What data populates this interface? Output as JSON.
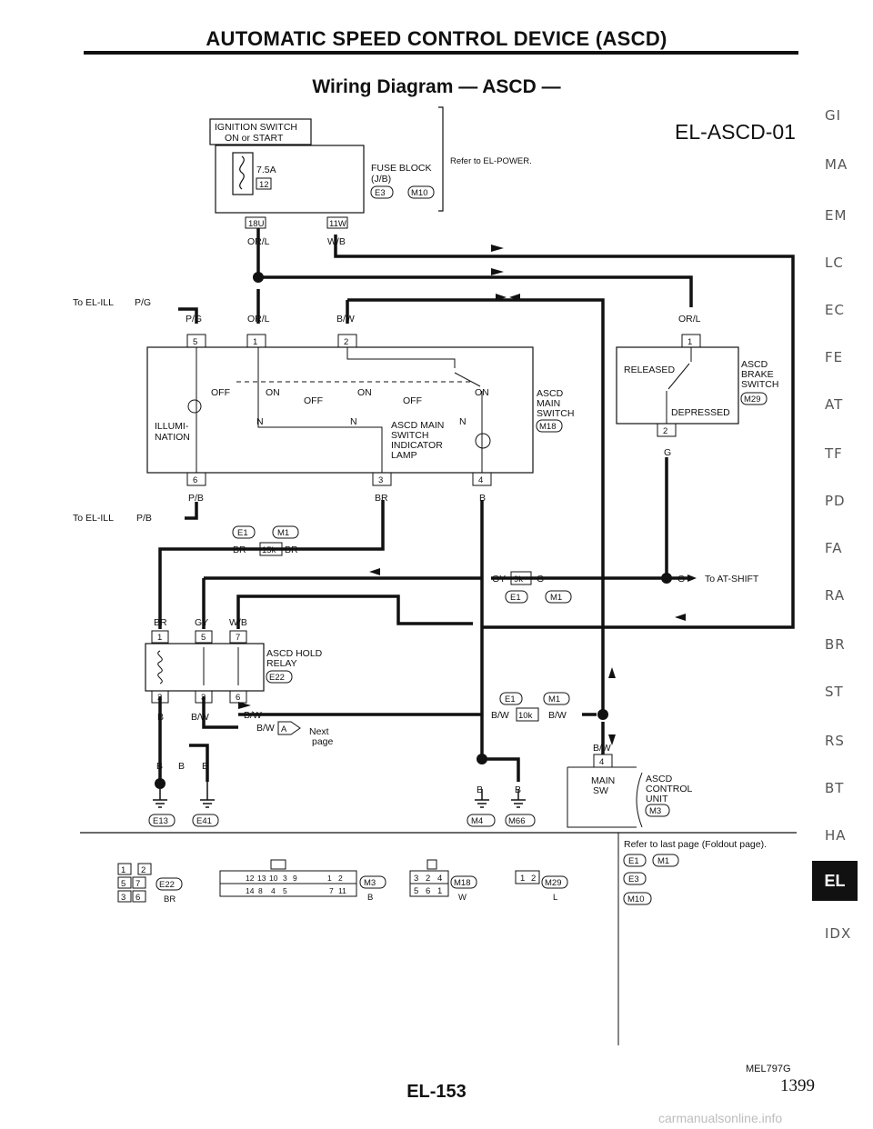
{
  "header": {
    "title": "AUTOMATIC SPEED CONTROL DEVICE (ASCD)",
    "subtitle": "Wiring Diagram — ASCD —",
    "code": "EL-ASCD-01"
  },
  "side_index": [
    "GI",
    "MA",
    "EM",
    "LC",
    "EC",
    "FE",
    "AT",
    "TF",
    "PD",
    "FA",
    "RA",
    "BR",
    "ST",
    "RS",
    "BT",
    "HA",
    "EL",
    "IDX"
  ],
  "active_tab": "EL",
  "labels": {
    "ignition": [
      "IGNITION SWITCH",
      "ON or START"
    ],
    "fuse_amp": "7.5A",
    "fuse_no": "12",
    "fuse_block": [
      "FUSE BLOCK",
      "(J/B)"
    ],
    "fuse_conn": [
      "E3",
      "M10"
    ],
    "refer_power": "Refer to EL-POWER.",
    "conn_18u": "18U",
    "conn_11w": "11W",
    "w_orl": "OR/L",
    "w_wb": "W/B",
    "w_pg": "P/G",
    "w_bw": "B/W",
    "w_pb": "P/B",
    "w_br": "BR",
    "w_b": "B",
    "w_gy": "GY",
    "w_g": "G",
    "to_ill_pg": "To EL-ILL",
    "to_ill_pb": "To EL-ILL",
    "pin5": "5",
    "pin1": "1",
    "pin2": "2",
    "pin6": "6",
    "pin3": "3",
    "pin4": "4",
    "pin7": "7",
    "sw_off": "OFF",
    "sw_on": "ON",
    "sw_n": "N",
    "illum": [
      "ILLUMI-",
      "NATION"
    ],
    "ascd_main": [
      "ASCD",
      "MAIN",
      "SWITCH"
    ],
    "m18": "M18",
    "indicator": [
      "ASCD MAIN",
      "SWITCH",
      "INDICATOR",
      "LAMP"
    ],
    "brake": [
      "ASCD",
      "BRAKE",
      "SWITCH"
    ],
    "m29": "M29",
    "released": "RELEASED",
    "depressed": "DEPRESSED",
    "e1": "E1",
    "m1": "M1",
    "j15k": "15k",
    "j9k": "9k",
    "j10k": "10k",
    "to_at": "To AT-SHIFT",
    "relay": [
      "ASCD HOLD",
      "RELAY"
    ],
    "e22": "E22",
    "next_a": "A",
    "next_page": [
      "Next",
      "page"
    ],
    "e13": "E13",
    "e41": "E41",
    "m4": "M4",
    "m66": "M66",
    "main_sw": [
      "MAIN",
      "SW"
    ],
    "acu": [
      "ASCD",
      "CONTROL",
      "UNIT"
    ],
    "m3": "M3",
    "refer_last": "Refer to last page (Foldout page).",
    "refer_conns": [
      "E1",
      "M1",
      "E3",
      "M10"
    ],
    "conn_bottom": [
      "E22",
      "BR",
      "M3",
      "B",
      "M18",
      "W",
      "M29",
      "L"
    ],
    "relay_grid": [
      "1",
      "2",
      "5",
      "7",
      "3",
      "6"
    ],
    "m3_grid_top": [
      "12",
      "13",
      "10",
      "3",
      "9",
      "1",
      "2"
    ],
    "m3_grid_bot": [
      "14",
      "8",
      "4",
      "5",
      "7",
      "11"
    ],
    "m18_grid": [
      "3",
      "2",
      "4",
      "5",
      "6",
      "1"
    ],
    "m29_grid": [
      "1",
      "2"
    ]
  },
  "footer": {
    "figure_id": "MEL797G",
    "page_number": "1399",
    "section_page": "EL-153",
    "watermark": "carmanualsonline.info"
  }
}
